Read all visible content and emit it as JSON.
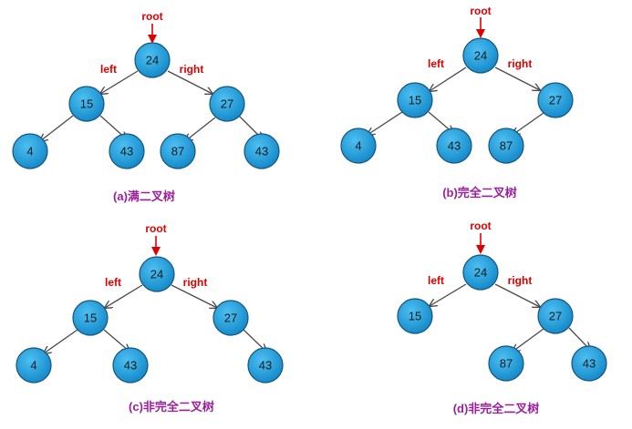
{
  "colors": {
    "node_fill": "#1e9ad9",
    "node_stroke": "#15557d",
    "edge": "#4a4a4a",
    "root_arrow": "#e00000",
    "pointer_label": "#e00000",
    "caption": "#9b1f9b"
  },
  "trees": [
    {
      "caption": "(a)满二叉树",
      "root_label": "root",
      "left_label": "left",
      "right_label": "right",
      "nodes": [
        "24",
        "15",
        "27",
        "4",
        "43",
        "87",
        "43"
      ]
    },
    {
      "caption": "(b)完全二叉树",
      "root_label": "root",
      "left_label": "left",
      "right_label": "right",
      "nodes": [
        "24",
        "15",
        "27",
        "4",
        "43",
        "87"
      ]
    },
    {
      "caption": "(c)非完全二叉树",
      "root_label": "root",
      "left_label": "left",
      "right_label": "right",
      "nodes": [
        "24",
        "15",
        "27",
        "4",
        "43",
        "43"
      ]
    },
    {
      "caption": "(d)非完全二叉树",
      "root_label": "root",
      "left_label": "left",
      "right_label": "right",
      "nodes": [
        "24",
        "15",
        "27",
        "87",
        "43"
      ]
    }
  ]
}
